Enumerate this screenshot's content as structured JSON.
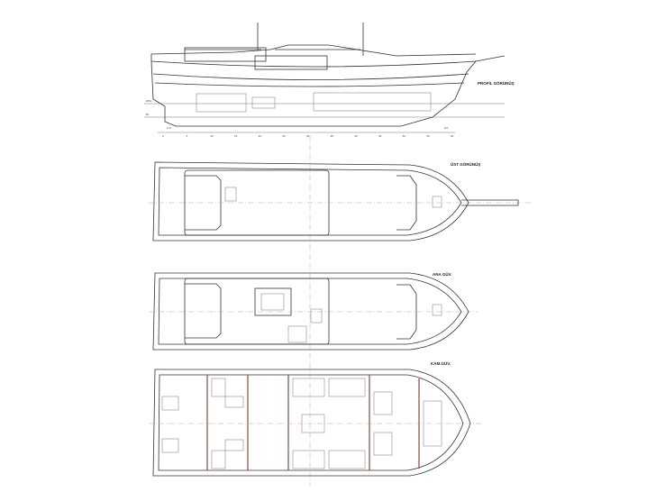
{
  "views": {
    "profile": "PROFİL GÖRÜNÜŞ",
    "top": "ÜST GÖRÜNÜŞ",
    "main_deck": "ANA GÜV.",
    "cabin_deck": "KAM.GÜV."
  },
  "markers": {
    "aft": "A.P.",
    "fwd": "F.P.",
    "cl": "CL",
    "dwl": "DWL",
    "bl": "BL"
  },
  "stations": [
    "0",
    "5",
    "10",
    "15",
    "20",
    "25",
    "30",
    "35",
    "40",
    "45",
    "50",
    "55",
    "60"
  ],
  "colors": {
    "line": "#333333",
    "bulkhead": "#8a4a3a"
  }
}
